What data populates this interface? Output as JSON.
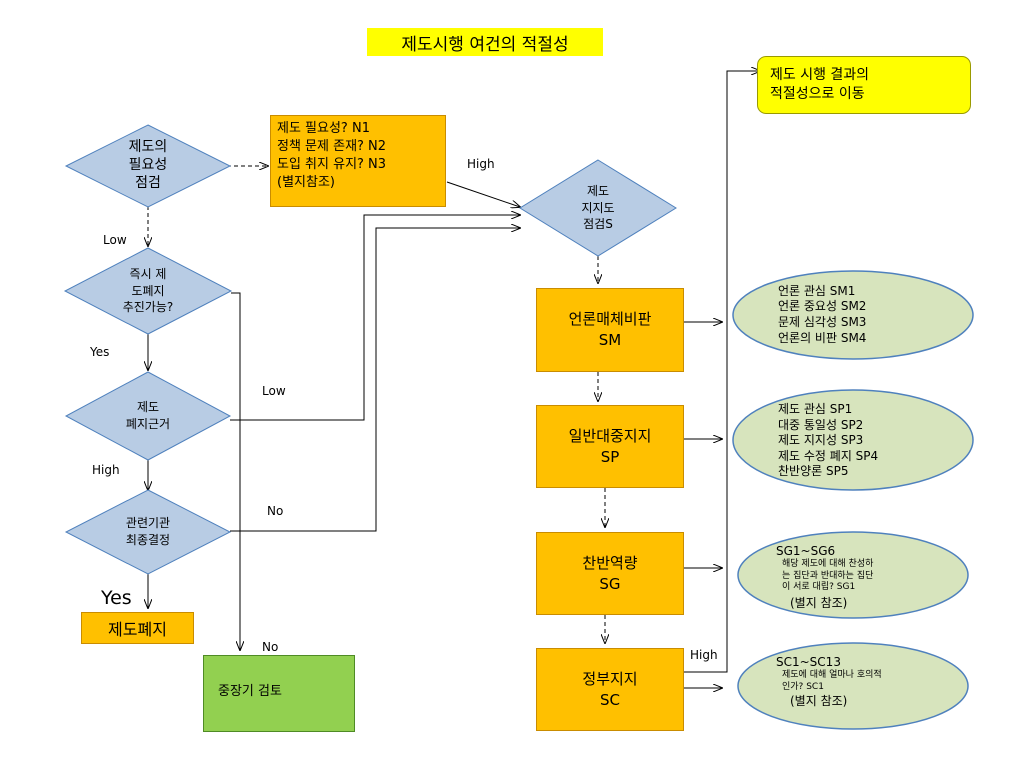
{
  "title": "제도시행 여건의 적절성",
  "notes": {
    "top_right": "제도 시행 결과의\n적절성으로 이동",
    "questions": "제도 필요성? N1\n정책 문제 존재? N2\n도입 취지 유지? N3\n(별지참조)"
  },
  "decisions": {
    "necessity": "제도의\n필요성\n점검",
    "immediate": "즉시 제\n도폐지\n추진가능?",
    "basis": "제도\n폐지근거",
    "final": "관련기관\n최종결정",
    "support": "제도\n지지도\n점검S"
  },
  "boxes": {
    "abolish": "제도폐지",
    "review": "중장기 검토",
    "media": "언론매체비판\nSM",
    "public": "일반대중지지\nSP",
    "groups": "찬반역량\nSG",
    "government": "정부지지\nSC"
  },
  "ellipses": {
    "sm": "언론 관심 SM1\n언론 중요성 SM2\n문제 심각성 SM3\n언론의 비판 SM4",
    "sp": "제도 관심 SP1\n대중 통일성 SP2\n제도 지지성 SP3\n제도 수정 폐지 SP4\n찬반양론 SP5",
    "sg_head": "SG1~SG6",
    "sg_body": "해당 제도에 대해 찬성하\n는 집단과 반대하는 집단\n이 서로  대립? SG1",
    "sg_foot": "(별지 참조)",
    "sc_head": "SC1~SC13",
    "sc_body": "제도에 대해 얼마나 호의적\n인가? SC1",
    "sc_foot": "(별지 참조)"
  },
  "edge_labels": {
    "high_top": "High",
    "low_left": "Low",
    "yes_mid": "Yes",
    "low_mid": "Low",
    "high_left": "High",
    "no_mid": "No",
    "yes_big": "Yes",
    "no_bottom": "No",
    "high_right": "High"
  },
  "colors": {
    "diamond_fill": "#b8cce4",
    "diamond_stroke": "#4f81bd",
    "orange": "#ffc000",
    "green": "#92d050",
    "ellipse_fill": "#d7e4bd",
    "ellipse_stroke": "#4f81bd",
    "yellow": "#ffff00"
  }
}
